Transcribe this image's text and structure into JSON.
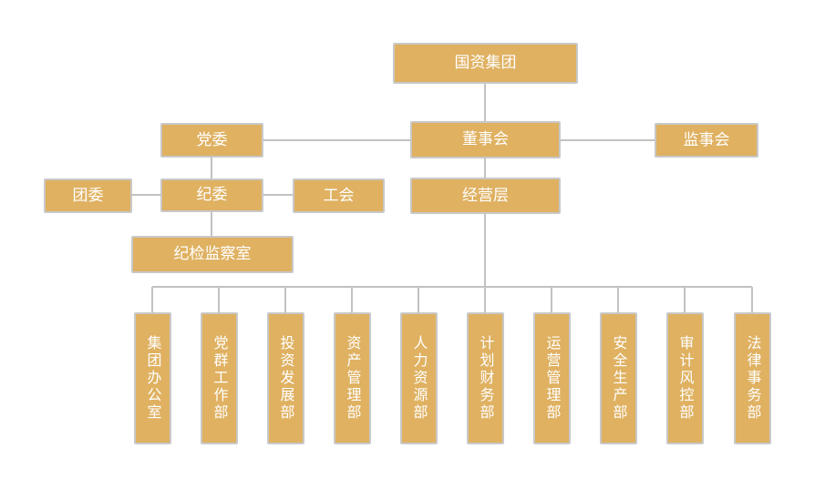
{
  "org": {
    "top": "国资集团",
    "board": "董事会",
    "party": "党委",
    "supervisor": "监事会",
    "discipline": "纪委",
    "youth": "团委",
    "union": "工会",
    "inspection_office": "纪检监察室",
    "management": "经营层"
  },
  "departments": [
    "集团办公室",
    "党群工作部",
    "投资发展部",
    "资产管理部",
    "人力资源部",
    "计划财务部",
    "运营管理部",
    "安全生产部",
    "审计风控部",
    "法律事务部"
  ],
  "colors": {
    "box_fill": "#dfb161",
    "box_border": "#c8c8c8",
    "line": "#c2c2c2",
    "text": "#ffffff"
  }
}
